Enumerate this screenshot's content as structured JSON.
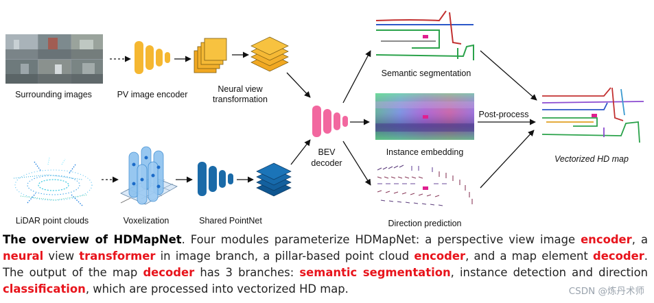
{
  "labels": {
    "surrounding_images": "Surrounding images",
    "pv_encoder": "PV image encoder",
    "neural_view_1": "Neural view",
    "neural_view_2": "transformation",
    "bev_1": "BEV",
    "bev_2": "decoder",
    "semantic_seg": "Semantic segmentation",
    "instance_emb": "Instance embedding",
    "direction_pred": "Direction prediction",
    "post_process": "Post-process",
    "vectorized_map": "Vectorized HD map",
    "lidar": "LiDAR point clouds",
    "voxelization": "Voxelization",
    "shared_pointnet": "Shared PointNet"
  },
  "caption": {
    "lead": "The overview of HDMapNet",
    "t1": ". Four modules parameterize HDMapNet: a perspective view image ",
    "h1": "encoder",
    "t2": ", a ",
    "h2": "neural",
    "t3": " view ",
    "h3": "transformer",
    "t4": " in image branch, a pillar-based point cloud ",
    "h4": "encoder",
    "t5": ", and a map element ",
    "h5": "decoder",
    "t6": ". The output of the map ",
    "h6": "decoder",
    "t7": " has 3 branches: ",
    "h7": "semantic segmentation",
    "t8": ", instance detection and direction ",
    "h8": "classification",
    "t9": ", which are processed into vectorized HD map."
  },
  "watermark": "CSDN @炼丹术师",
  "colors": {
    "pv_encoder": "#f5b731",
    "bev_decoder": "#f2679f",
    "pointnet": "#1a6aa8",
    "voxel": "#5aa9e6",
    "highlight": "#e8141c"
  },
  "icons": [
    "camera-photo-grid",
    "encoder-bars-icon",
    "stacked-feature-icon",
    "layers-icon",
    "lidar-scatter-icon",
    "voxel-pillars-icon",
    "map-lines-icon",
    "embedding-heatmap-icon",
    "direction-arrows-icon"
  ]
}
